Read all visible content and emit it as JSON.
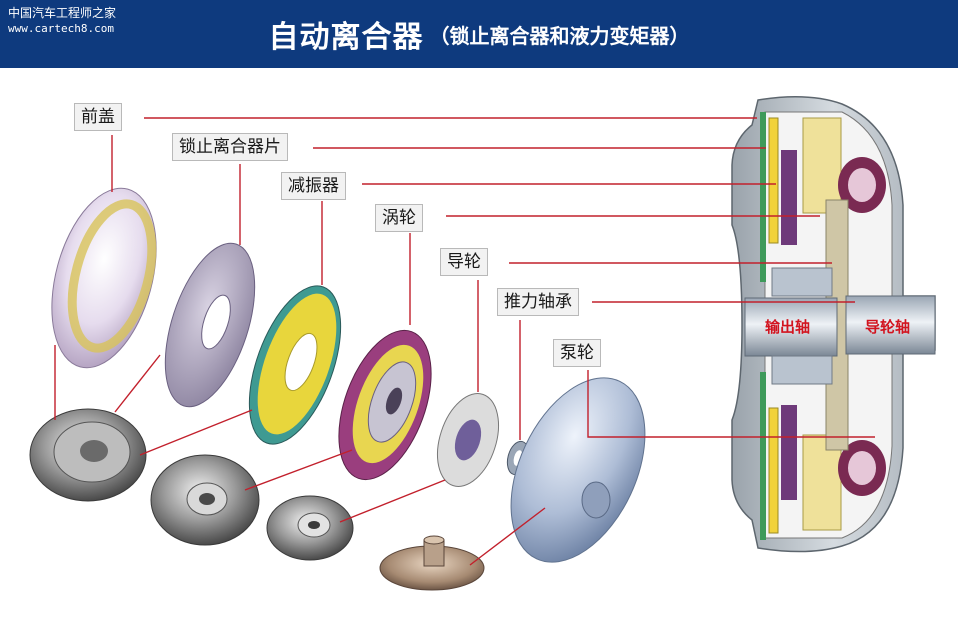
{
  "header": {
    "watermark_cn": "中国汽车工程师之家",
    "watermark_url": "www.cartech8.com",
    "title_main": "自动离合器",
    "title_sub": "（锁止离合器和液力变矩器）"
  },
  "labels": {
    "front_cover": "前盖",
    "lockup_clutch_plate": "锁止离合器片",
    "damper": "减振器",
    "turbine": "涡轮",
    "stator": "导轮",
    "thrust_bearing": "推力轴承",
    "pump": "泵轮"
  },
  "section": {
    "output_shaft": "输出轴",
    "stator_shaft": "导轮轴"
  },
  "colors": {
    "header_bg": "#0e3a7e",
    "leader_line": "#c2202c",
    "shaft_label": "#d2141f"
  }
}
